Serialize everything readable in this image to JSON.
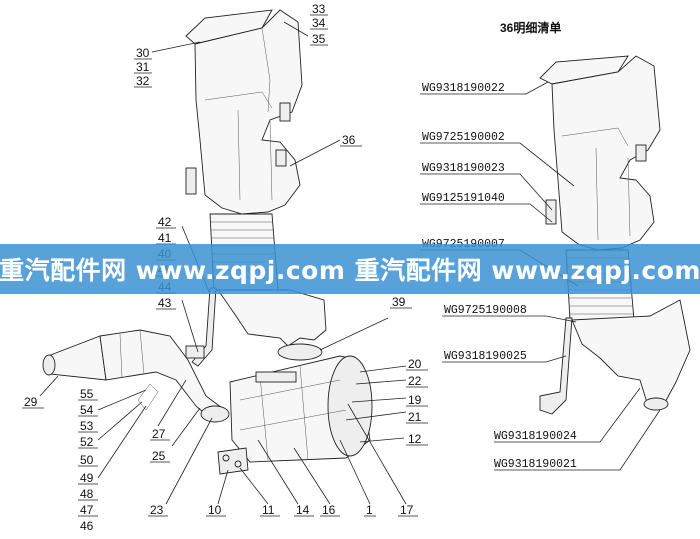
{
  "diagram": {
    "header": "36明细清单",
    "left_labels": [
      "30",
      "31",
      "32",
      "33",
      "34",
      "35",
      "36",
      "42",
      "41",
      "40",
      "45",
      "44",
      "43",
      "39",
      "20",
      "22",
      "19",
      "21",
      "12",
      "29",
      "55",
      "54",
      "53",
      "52",
      "50",
      "49",
      "48",
      "47",
      "46",
      "27",
      "25",
      "23",
      "10",
      "11",
      "14",
      "16",
      "1",
      "17"
    ],
    "part_numbers": [
      "WG9318190022",
      "WG9725190002",
      "WG9318190023",
      "WG9125191040",
      "WG9725190007",
      "WG9725190008",
      "WG9318190025",
      "WG9318190024",
      "WG9318190021"
    ]
  },
  "watermark": {
    "text": "重汽配件网  www.zqpj.com  重汽配件网  www.zqpj.com",
    "color": "#3c91d2"
  }
}
